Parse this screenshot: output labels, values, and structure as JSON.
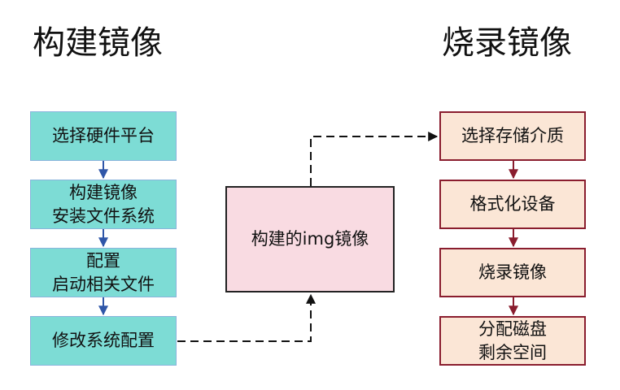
{
  "titles": {
    "left": "构建镜像",
    "right": "烧录镜像"
  },
  "build_steps": [
    "选择硬件平台",
    "构建镜像\n安装文件系统",
    "配置\n启动相关文件",
    "修改系统配置"
  ],
  "center_box": "构建的img镜像",
  "flash_steps": [
    "选择存储介质",
    "格式化设备",
    "烧录镜像",
    "分配磁盘\n剩余空间"
  ],
  "colors": {
    "teal_fill": "#7ddcd5",
    "teal_border": "#8ab4dc",
    "blue_arrow": "#2f56a8",
    "peach_fill": "#fbe6d6",
    "red_border": "#8a1d2e",
    "pink_fill": "#f9dbe2",
    "dashed_line": "#111111"
  }
}
